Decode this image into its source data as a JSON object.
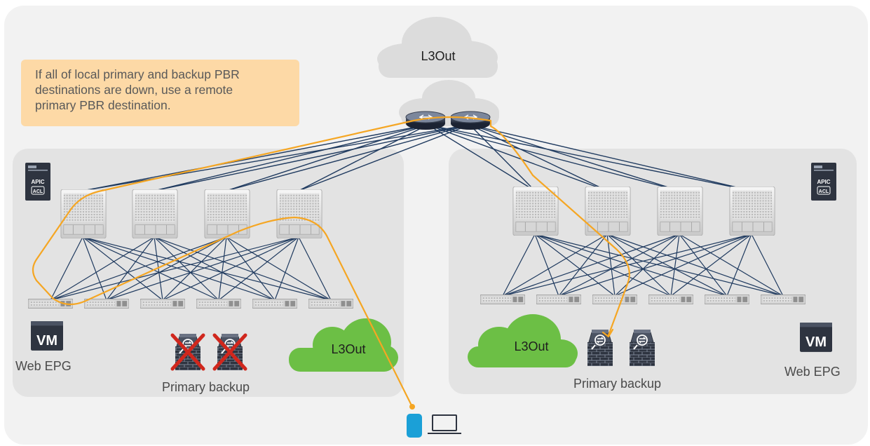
{
  "callout": {
    "lines": [
      "If all of local primary and backup PBR",
      "destinations are down, use a remote",
      "primary PBR destination."
    ]
  },
  "cloud_top": {
    "label": "L3Out"
  },
  "apic": {
    "line1": "APIC",
    "line2": "ACL"
  },
  "site_left": {
    "vm_label": "VM",
    "epg_label": "Web EPG",
    "l3out_label": "L3Out",
    "firewall_group_label": "Primary backup",
    "firewall_status": "down"
  },
  "site_right": {
    "vm_label": "VM",
    "epg_label": "Web EPG",
    "l3out_label": "L3Out",
    "firewall_group_label": "Primary backup"
  },
  "colors": {
    "page_bg": "#f2f2f2",
    "site_bg": "#e3e3e3",
    "cloud_gray": "#dcdcdc",
    "cloud_green": "#6cbf45",
    "link_navy": "#1f3a5f",
    "path_orange": "#f5a623",
    "callout_bg": "#fdd9a6",
    "x_mark": "#d0271d",
    "endpoint_blue": "#1ba0d7"
  },
  "icons": [
    "router-icon",
    "spine-switch-icon",
    "leaf-switch-icon",
    "apic-icon",
    "vm-icon",
    "firewall-icon",
    "cloud-icon",
    "laptop-icon",
    "endpoint-icon"
  ]
}
